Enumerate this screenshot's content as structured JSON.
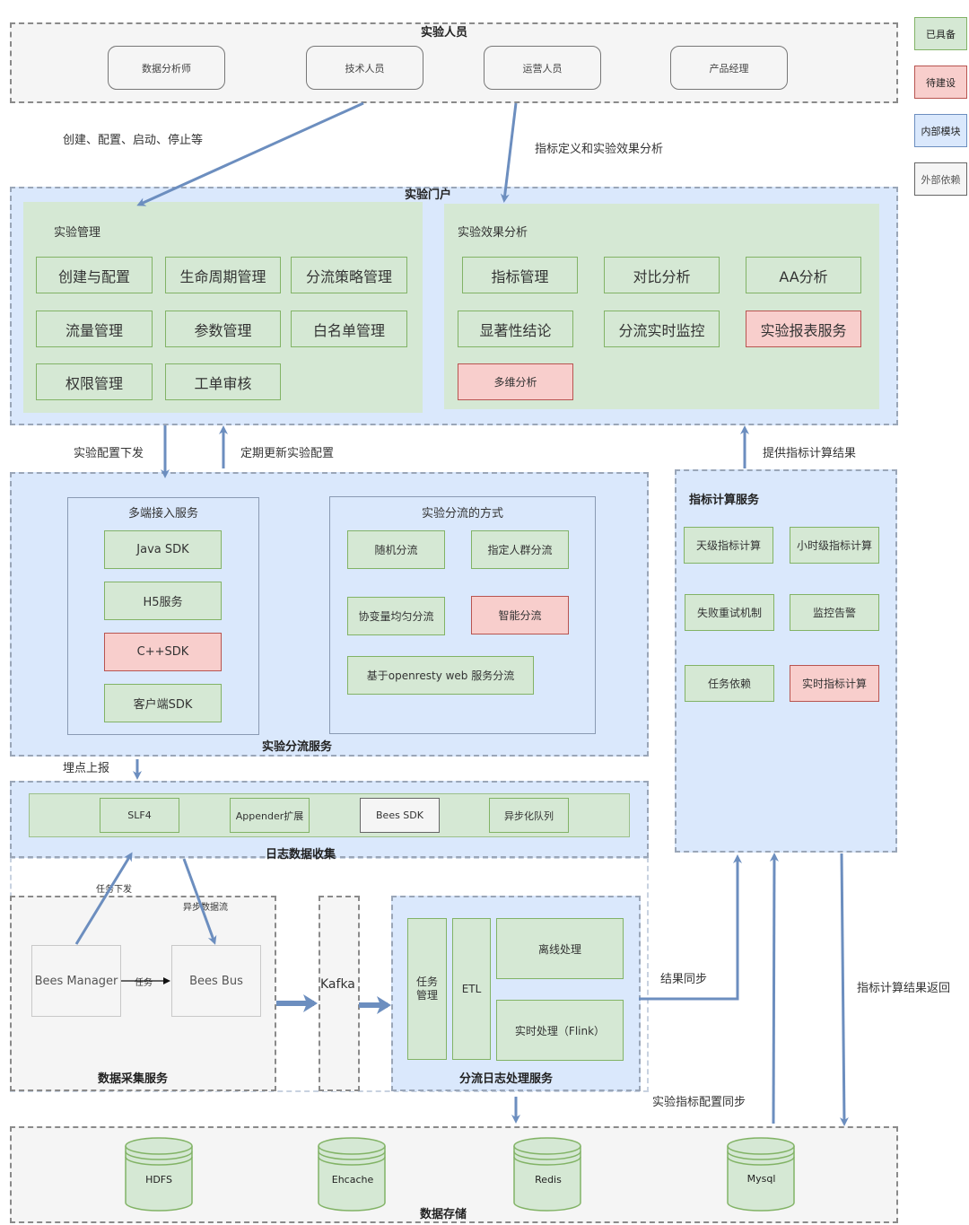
{
  "legend": {
    "items": [
      {
        "label": "已具备",
        "color": "#d5e8d4"
      },
      {
        "label": "待建设",
        "color": "#f8cecc"
      },
      {
        "label": "内部模块",
        "color": "#dae8fc"
      },
      {
        "label": "外部依赖",
        "color": "#f5f5f5"
      }
    ]
  },
  "personnel": {
    "title": "实验人员",
    "roles": [
      "数据分析师",
      "技术人员",
      "运营人员",
      "产品经理"
    ]
  },
  "edges": {
    "create_config": "创建、配置、启动、停止等",
    "metric_def": "指标定义和实验效果分析",
    "config_push": "实验配置下发",
    "config_update": "定期更新实验配置",
    "metric_result": "提供指标计算结果",
    "tracking_report": "埋点上报",
    "task_dispatch": "任务下发",
    "async_stream": "异步数据流",
    "task": "任务",
    "result_sync": "结果同步",
    "metric_config_sync": "实验指标配置同步",
    "metric_result_return": "指标计算结果返回"
  },
  "portal": {
    "title": "实验门户",
    "management": {
      "title": "实验管理",
      "items": [
        {
          "label": "创建与配置",
          "status": "ready"
        },
        {
          "label": "生命周期管理",
          "status": "ready"
        },
        {
          "label": "分流策略管理",
          "status": "ready"
        },
        {
          "label": "流量管理",
          "status": "ready"
        },
        {
          "label": "参数管理",
          "status": "ready"
        },
        {
          "label": "白名单管理",
          "status": "ready"
        },
        {
          "label": "权限管理",
          "status": "ready"
        },
        {
          "label": "工单审核",
          "status": "ready"
        }
      ]
    },
    "analysis": {
      "title": "实验效果分析",
      "items": [
        {
          "label": "指标管理",
          "status": "ready"
        },
        {
          "label": "对比分析",
          "status": "ready"
        },
        {
          "label": "AA分析",
          "status": "ready"
        },
        {
          "label": "显著性结论",
          "status": "ready"
        },
        {
          "label": "分流实时监控",
          "status": "ready"
        },
        {
          "label": "实验报表服务",
          "status": "planned"
        },
        {
          "label": "多维分析",
          "status": "planned"
        }
      ]
    }
  },
  "split_service": {
    "title": "实验分流服务",
    "access": {
      "title": "多端接入服务",
      "items": [
        {
          "label": "Java SDK",
          "status": "ready"
        },
        {
          "label": "H5服务",
          "status": "ready"
        },
        {
          "label": "C++SDK",
          "status": "planned"
        },
        {
          "label": "客户端SDK",
          "status": "ready"
        }
      ]
    },
    "methods": {
      "title": "实验分流的方式",
      "items": [
        {
          "label": "随机分流",
          "status": "ready"
        },
        {
          "label": "指定人群分流",
          "status": "ready"
        },
        {
          "label": "协变量均匀分流",
          "status": "ready"
        },
        {
          "label": "智能分流",
          "status": "planned"
        },
        {
          "label": "基于openresty web 服务分流",
          "status": "ready"
        }
      ]
    }
  },
  "metric_service": {
    "title": "指标计算服务",
    "items": [
      {
        "label": "天级指标计算",
        "status": "ready"
      },
      {
        "label": "小时级指标计算",
        "status": "ready"
      },
      {
        "label": "失败重试机制",
        "status": "ready"
      },
      {
        "label": "监控告警",
        "status": "ready"
      },
      {
        "label": "任务依赖",
        "status": "ready"
      },
      {
        "label": "实时指标计算",
        "status": "planned"
      }
    ]
  },
  "log_collection": {
    "title": "日志数据收集",
    "items": [
      {
        "label": "SLF4",
        "status": "ready"
      },
      {
        "label": "Appender扩展",
        "status": "ready"
      },
      {
        "label": "Bees SDK",
        "status": "external"
      },
      {
        "label": "异步化队列",
        "status": "ready"
      }
    ]
  },
  "data_collection": {
    "title": "数据采集服务",
    "manager": "Bees Manager",
    "bus": "Bees Bus"
  },
  "kafka": {
    "label": "Kafka"
  },
  "log_processing": {
    "title": "分流日志处理服务",
    "task_mgmt": "任务\n管理",
    "etl": "ETL",
    "offline": "离线处理",
    "realtime": "实时处理（Flink）"
  },
  "storage": {
    "title": "数据存储",
    "items": [
      "HDFS",
      "Ehcache",
      "Redis",
      "Mysql"
    ]
  }
}
